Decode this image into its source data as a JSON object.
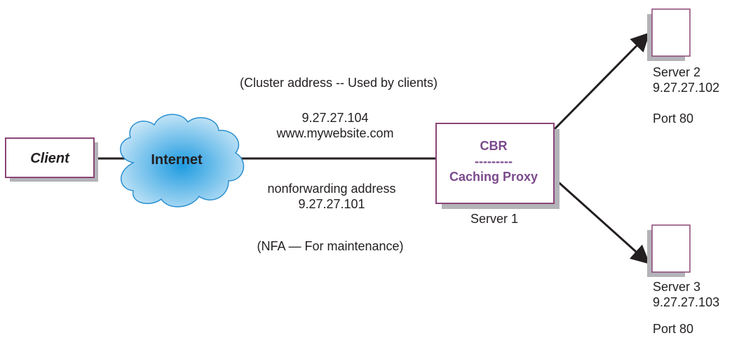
{
  "colors": {
    "box_border": "#8b4577",
    "box_shadow": "#b3b3b8",
    "line": "#231f20",
    "cloud_center": "#1e9be0",
    "cloud_edge": "#cfe9f8",
    "cloud_outline": "#2a8fd0",
    "proxy_text": "#7b4a8c"
  },
  "client": {
    "label": "Client"
  },
  "internet": {
    "label": "Internet"
  },
  "cluster": {
    "caption": "(Cluster address -- Used by clients)",
    "ip": "9.27.27.104",
    "hostname": "www.mywebsite.com"
  },
  "nfa": {
    "label": "nonforwarding address",
    "ip": "9.27.27.101",
    "caption": "(NFA — For maintenance)"
  },
  "server1": {
    "line1": "CBR",
    "separator": "---------",
    "line2": "Caching Proxy",
    "name": "Server 1"
  },
  "server2": {
    "name": "Server 2",
    "ip": "9.27.27.102",
    "port": "Port 80"
  },
  "server3": {
    "name": "Server 3",
    "ip": "9.27.27.103",
    "port": "Port 80"
  }
}
